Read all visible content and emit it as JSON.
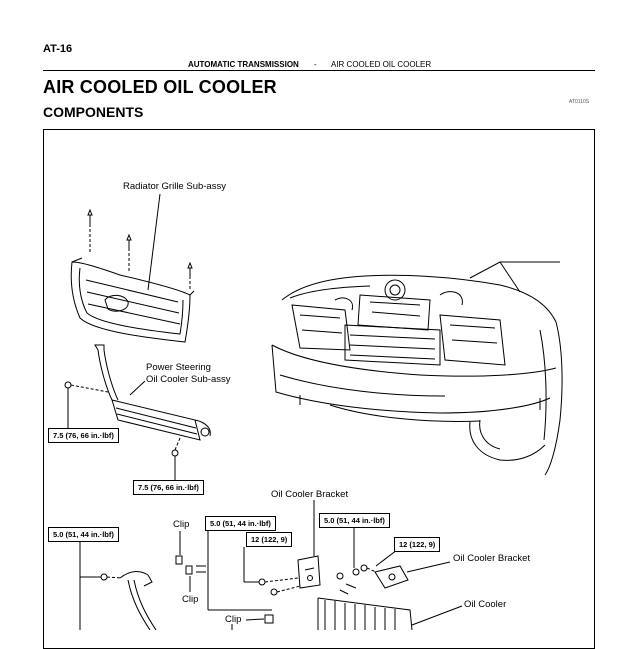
{
  "header": {
    "page_number": "AT-16",
    "section": "AUTOMATIC TRANSMISSION",
    "separator": "-",
    "topic": "AIR COOLED OIL COOLER"
  },
  "titles": {
    "main": "AIR COOLED OIL COOLER",
    "sub": "COMPONENTS",
    "figure_code": "AT0110S"
  },
  "labels": {
    "radiator_grille": "Radiator Grille Sub-assy",
    "ps_cooler_line1": "Power Steering",
    "ps_cooler_line2": "Oil Cooler Sub-assy",
    "oil_cooler_bracket_1": "Oil Cooler Bracket",
    "oil_cooler_bracket_2": "Oil Cooler Bracket",
    "oil_cooler": "Oil Cooler",
    "clip_1": "Clip",
    "clip_2": "Clip",
    "clip_3": "Clip"
  },
  "torque_specs": {
    "t1": "7.5 (76, 66 in.·lbf)",
    "t2": "7.5 (76, 66 in.·lbf)",
    "t3": "5.0 (51, 44 in.·lbf)",
    "t4": "5.0 (51, 44 in.·lbf)",
    "t5": "5.0 (51, 44 in.·lbf)",
    "t6": "12 (122, 9)",
    "t7": "12 (122, 9)"
  }
}
